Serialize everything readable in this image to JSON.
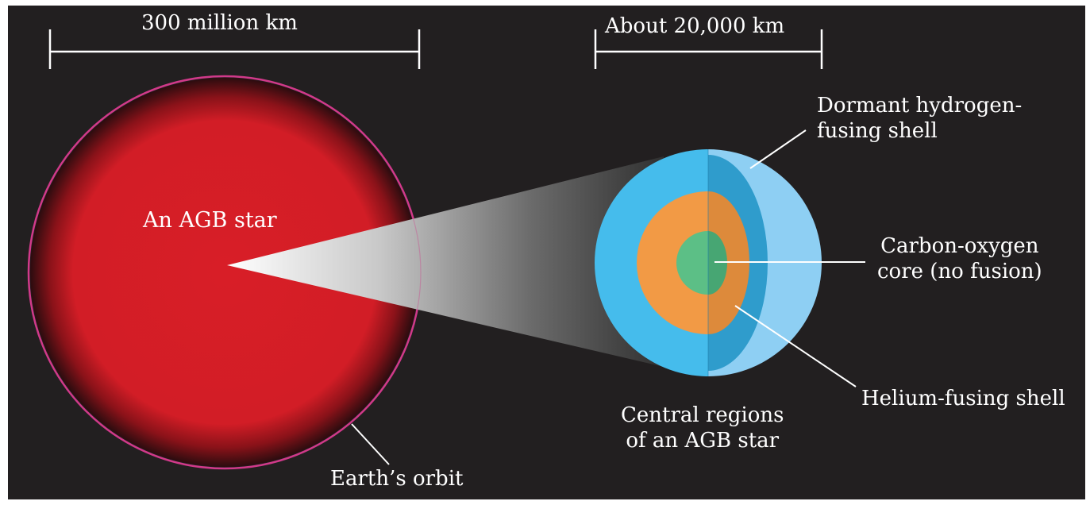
{
  "scale_bars": {
    "left": "300 million km",
    "right": "About 20,000 km"
  },
  "star": {
    "label": "An AGB star",
    "orbit_label": "Earth’s orbit"
  },
  "core_labels": {
    "dormant_line1": "Dormant hydrogen-",
    "dormant_line2": "fusing shell",
    "carbon_line1": "Carbon-oxygen",
    "carbon_line2": "core (no fusion)",
    "helium": "Helium-fusing shell",
    "central_line1": "Central regions",
    "central_line2": "of an AGB star"
  },
  "colors": {
    "background": "#221f20",
    "star_red": "#d81e27",
    "orbit": "#d13a8a",
    "hydrogen_shell": "#45bcec",
    "helium_shell": "#f29a45",
    "core": "#5cbf86"
  }
}
